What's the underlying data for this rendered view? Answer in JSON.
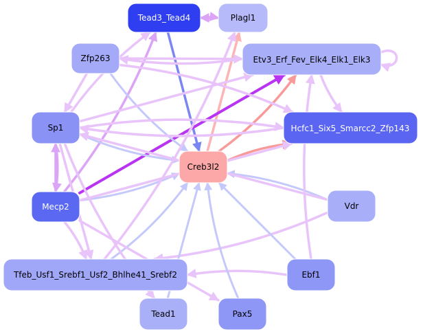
{
  "title": "Regulatory network graph",
  "colors": {
    "edge_blue": "#c4c8fa",
    "edge_violet": "#e8c4fa",
    "edge_violet_mid": "#dca4f6",
    "edge_purple_strong": "#b833f2",
    "edge_salmon": "#fcb4b4",
    "edge_salmon_strong": "#f89a9a",
    "edge_blue_strong": "#7c86f2"
  },
  "nodes": [
    {
      "id": "tead3_tead4",
      "label": "Tead3_Tead4",
      "fill": "#2e3ef0",
      "text": "#ffffff"
    },
    {
      "id": "plagl1",
      "label": "Plagl1",
      "fill": "#b6bafa",
      "text": "#000000"
    },
    {
      "id": "zfp263",
      "label": "Zfp263",
      "fill": "#a4aaf8",
      "text": "#000000"
    },
    {
      "id": "etv3",
      "label": "Etv3_Erf_Fev_Elk4_Elk1_Elk3",
      "fill": "#a8aef8",
      "text": "#000000"
    },
    {
      "id": "sp1",
      "label": "Sp1",
      "fill": "#8a92f6",
      "text": "#000000"
    },
    {
      "id": "hcfc1",
      "label": "Hcfc1_Six5_Smarcc2_Zfp143",
      "fill": "#5a66f2",
      "text": "#ffffff"
    },
    {
      "id": "creb3l2",
      "label": "Creb3l2",
      "fill": "#fca8a8",
      "text": "#000000"
    },
    {
      "id": "mecp2",
      "label": "Mecp2",
      "fill": "#5a68f2",
      "text": "#ffffff"
    },
    {
      "id": "vdr",
      "label": "Vdr",
      "fill": "#a8aef8",
      "text": "#000000"
    },
    {
      "id": "tfeb",
      "label": "Tfeb_Usf1_Srebf1_Usf2_Bhlhe41_Srebf2",
      "fill": "#a0a6f8",
      "text": "#000000"
    },
    {
      "id": "ebf1",
      "label": "Ebf1",
      "fill": "#8e96f6",
      "text": "#000000"
    },
    {
      "id": "tead1",
      "label": "Tead1",
      "fill": "#aab0f8",
      "text": "#000000"
    },
    {
      "id": "pax5",
      "label": "Pax5",
      "fill": "#8e96f6",
      "text": "#000000"
    }
  ],
  "edges": [
    {
      "from": "tead3_tead4",
      "to": "plagl1",
      "kind": "violet_mid",
      "self": false
    },
    {
      "from": "plagl1",
      "to": "tead3_tead4",
      "kind": "violet_mid",
      "self": false
    },
    {
      "from": "etv3",
      "to": "etv3",
      "kind": "violet",
      "self": true
    },
    {
      "from": "tead3_tead4",
      "to": "creb3l2",
      "kind": "blue_strong"
    },
    {
      "from": "creb3l2",
      "to": "plagl1",
      "kind": "salmon"
    },
    {
      "from": "creb3l2",
      "to": "etv3",
      "kind": "salmon_strong"
    },
    {
      "from": "creb3l2",
      "to": "hcfc1",
      "kind": "salmon_strong"
    },
    {
      "from": "mecp2",
      "to": "etv3",
      "kind": "purple_strong"
    },
    {
      "from": "mecp2",
      "to": "tead3_tead4",
      "kind": "violet_mid"
    },
    {
      "from": "sp1",
      "to": "tead3_tead4",
      "kind": "violet"
    },
    {
      "from": "zfp263",
      "to": "sp1",
      "kind": "violet"
    },
    {
      "from": "zfp263",
      "to": "creb3l2",
      "kind": "blue"
    },
    {
      "from": "etv3",
      "to": "zfp263",
      "kind": "violet"
    },
    {
      "from": "zfp263",
      "to": "etv3",
      "kind": "violet"
    },
    {
      "from": "etv3",
      "to": "hcfc1",
      "kind": "violet"
    },
    {
      "from": "sp1",
      "to": "hcfc1",
      "kind": "violet"
    },
    {
      "from": "sp1",
      "to": "etv3",
      "kind": "violet"
    },
    {
      "from": "sp1",
      "to": "creb3l2",
      "kind": "blue"
    },
    {
      "from": "sp1",
      "to": "mecp2",
      "kind": "violet_mid"
    },
    {
      "from": "mecp2",
      "to": "sp1",
      "kind": "violet_mid"
    },
    {
      "from": "mecp2",
      "to": "creb3l2",
      "kind": "blue"
    },
    {
      "from": "mecp2",
      "to": "tfeb",
      "kind": "violet"
    },
    {
      "from": "sp1",
      "to": "tfeb",
      "kind": "violet"
    },
    {
      "from": "vdr",
      "to": "creb3l2",
      "kind": "blue"
    },
    {
      "from": "vdr",
      "to": "tfeb",
      "kind": "violet"
    },
    {
      "from": "ebf1",
      "to": "creb3l2",
      "kind": "blue"
    },
    {
      "from": "ebf1",
      "to": "tfeb",
      "kind": "violet"
    },
    {
      "from": "pax5",
      "to": "creb3l2",
      "kind": "blue"
    },
    {
      "from": "tead1",
      "to": "creb3l2",
      "kind": "blue"
    },
    {
      "from": "tfeb",
      "to": "creb3l2",
      "kind": "blue"
    },
    {
      "from": "zfp263",
      "to": "hcfc1",
      "kind": "violet"
    },
    {
      "from": "mecp2",
      "to": "pax5",
      "kind": "violet"
    },
    {
      "from": "sp1",
      "to": "tead1",
      "kind": "violet"
    },
    {
      "from": "ebf1",
      "to": "etv3",
      "kind": "violet"
    },
    {
      "from": "vdr",
      "to": "sp1",
      "kind": "violet"
    },
    {
      "from": "tfeb",
      "to": "plagl1",
      "kind": "violet"
    },
    {
      "from": "hcfc1",
      "to": "sp1",
      "kind": "violet"
    },
    {
      "from": "mecp2",
      "to": "hcfc1",
      "kind": "violet"
    }
  ]
}
